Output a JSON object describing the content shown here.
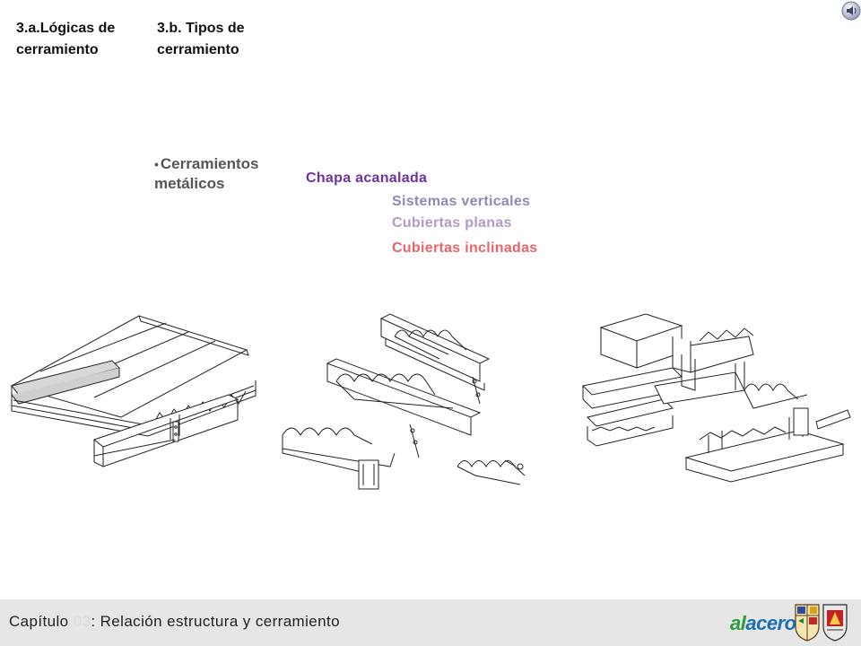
{
  "headings": {
    "col_a": "3.a.Lógicas de cerramiento",
    "col_b": "3.b. Tipos de cerramiento"
  },
  "bullet": {
    "label": "Cerramientos metálicos"
  },
  "category": {
    "label": "Chapa acanalada",
    "color": "#7030a0"
  },
  "subitems": [
    {
      "label": "Sistemas verticales",
      "color": "#8e88b8"
    },
    {
      "label": "Cubiertas planas",
      "color": "#b09ac6"
    },
    {
      "label": "Cubiertas inclinadas",
      "color": "#e8646a"
    }
  ],
  "footer": {
    "chapter_prefix": "Capítulo ",
    "chapter_number": "03",
    "chapter_title": ": Relación estructura y cerramiento",
    "logo_text_a": "al",
    "logo_text_b": "acero"
  },
  "icons": {
    "audio": "speaker-icon",
    "crest_left": "university-crest-icon",
    "crest_right": "university-crest-icon"
  }
}
